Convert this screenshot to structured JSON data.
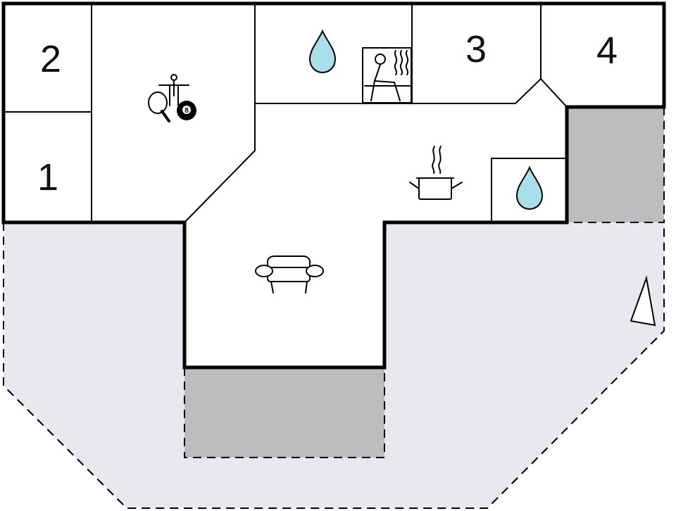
{
  "rooms": {
    "bedroom_1": "1",
    "bedroom_2": "2",
    "bedroom_3": "3",
    "bedroom_4": "4"
  },
  "billiard_ball_number": "8",
  "colors": {
    "terrace": "#e8e8ee",
    "covered_area": "#bdbdbf",
    "water_drop": "#a8e0ea",
    "wall": "#000000"
  },
  "icons": [
    "table-tennis-icon",
    "foosball-icon",
    "billiard-ball-icon",
    "water-drop-icon",
    "sauna-icon",
    "cooking-pot-icon",
    "sofa-icon",
    "north-arrow-icon"
  ]
}
